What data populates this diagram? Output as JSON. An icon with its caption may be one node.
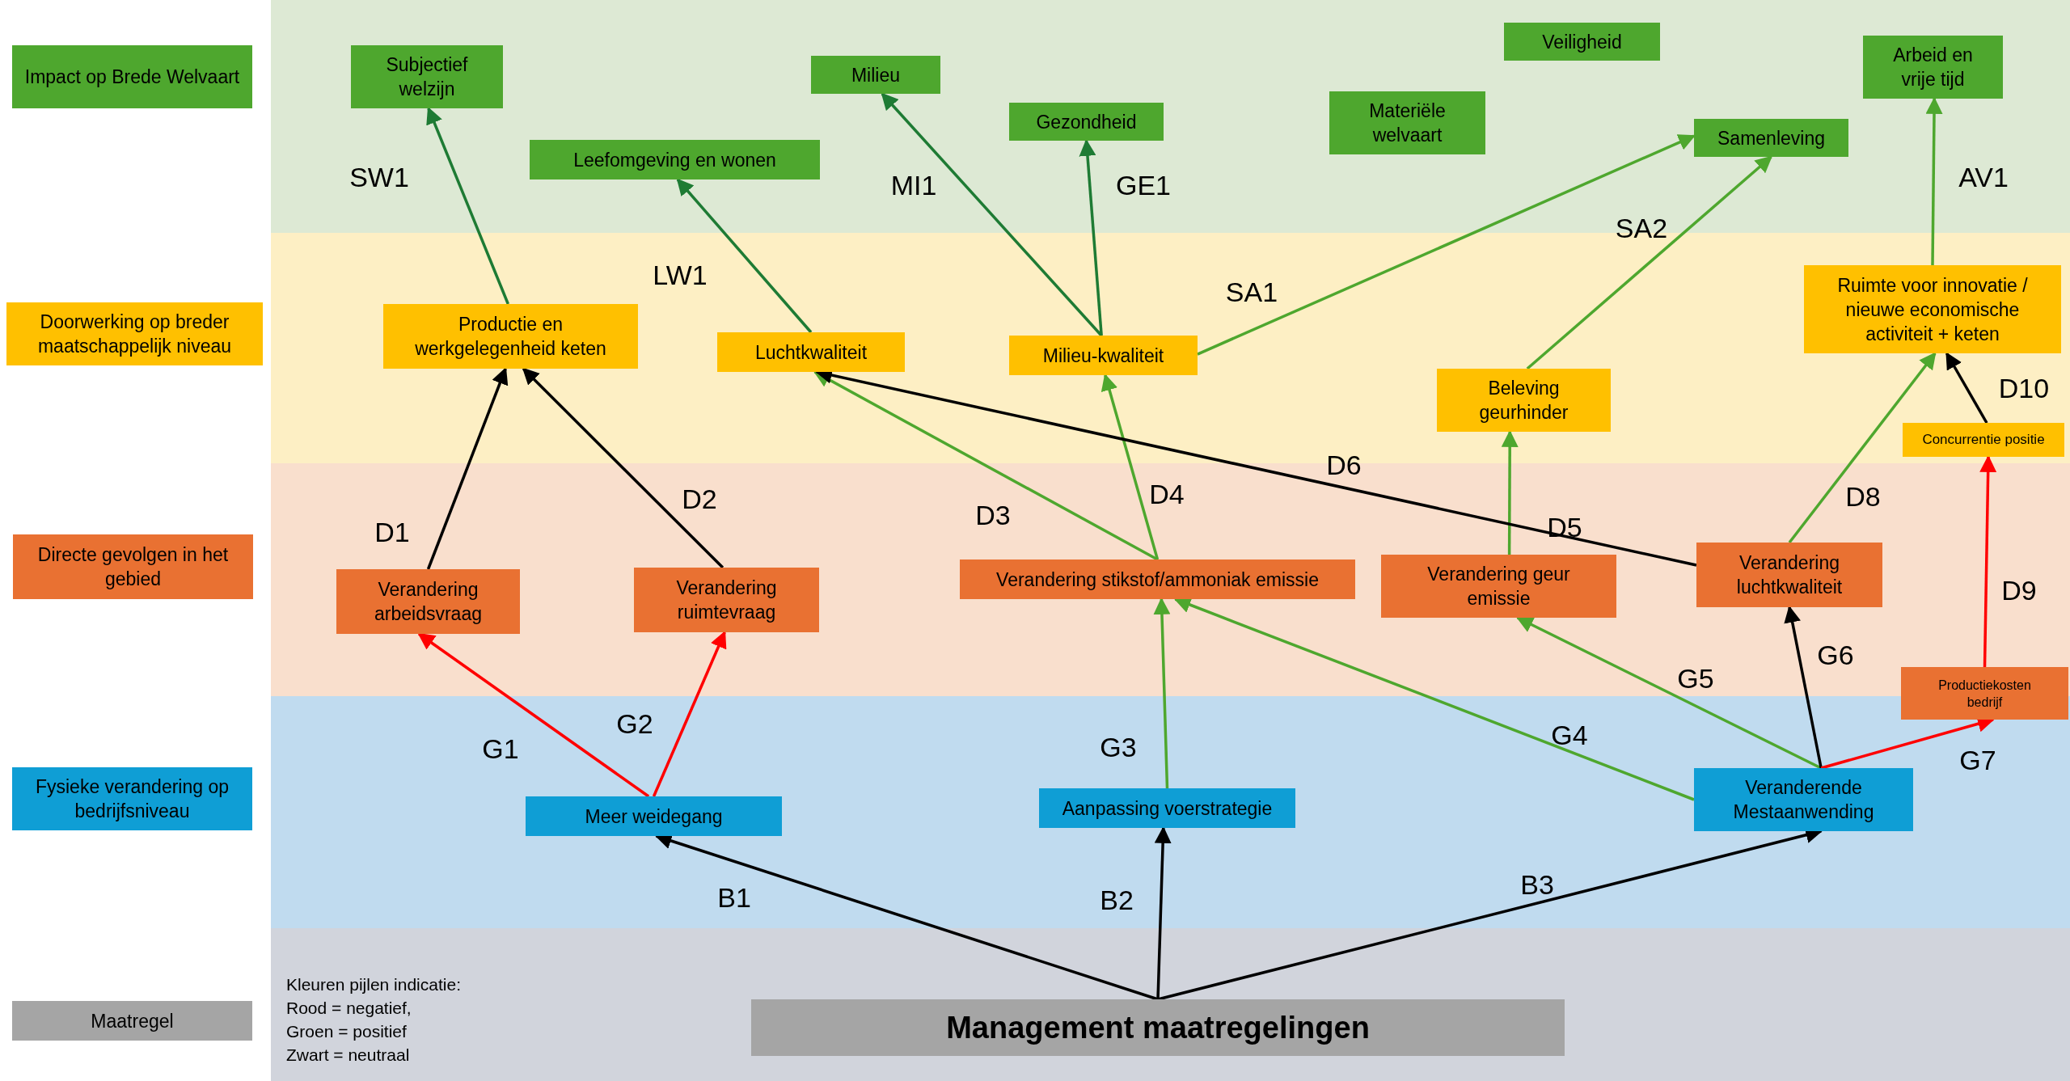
{
  "diagram": {
    "nodes": [
      {
        "text": [
          "Impact op Brede Welvaart"
        ]
      },
      {
        "text": [
          "Doorwerking op breder maatschappelijk niveau"
        ]
      },
      {
        "text": [
          "Directe gevolgen in het gebied"
        ]
      },
      {
        "text": [
          "Fysieke verandering op bedrijfsniveau"
        ]
      },
      {
        "text": [
          "Maatregel"
        ]
      },
      {
        "text": [
          "Subjectief welzijn"
        ]
      },
      {
        "text": [
          "Milieu"
        ]
      },
      {
        "text": [
          "Veiligheid"
        ]
      },
      {
        "text": [
          "Arbeid en vrije tijd"
        ]
      },
      {
        "text": [
          "Gezondheid"
        ]
      },
      {
        "text": [
          "Materiële welvaart"
        ]
      },
      {
        "text": [
          "Leefomgeving en wonen"
        ]
      },
      {
        "text": [
          "Samenleving"
        ]
      },
      {
        "text": [
          "Productie en werkgelegenheid keten"
        ]
      },
      {
        "text": [
          "Luchtkwaliteit"
        ]
      },
      {
        "text": [
          "Milieu-kwaliteit"
        ]
      },
      {
        "text": [
          "Ruimte voor innovatie / nieuwe economische activiteit + keten"
        ]
      },
      {
        "text": [
          "Beleving geurhinder"
        ]
      },
      {
        "text": [
          "Concurrentie positie"
        ]
      },
      {
        "text": [
          "Verandering arbeidsvraag"
        ]
      },
      {
        "text": [
          "Verandering ruimtevraag"
        ]
      },
      {
        "text": [
          "Verandering stikstof/ammoniak emissie"
        ]
      },
      {
        "text": [
          "Verandering geur emissie"
        ]
      },
      {
        "text": [
          "Verandering luchtkwaliteit"
        ]
      },
      {
        "text": [
          "Productiekosten bedrijf"
        ]
      },
      {
        "text": [
          "Meer weidegang"
        ]
      },
      {
        "text": [
          "Aanpassing voerstrategie"
        ]
      },
      {
        "text": [
          "Veranderende Mestaanwending"
        ]
      },
      {
        "text": [
          "Management maatregelingen"
        ]
      }
    ],
    "edges": [
      {
        "from": 28,
        "to": 25,
        "arrow": "to",
        "label": "B1",
        "color": "#000000"
      },
      {
        "from": 28,
        "to": 26,
        "arrow": "to",
        "label": "B2",
        "color": "#000000"
      },
      {
        "from": 28,
        "to": 27,
        "arrow": "to",
        "label": "B3",
        "color": "#000000"
      },
      {
        "from": 25,
        "to": 19,
        "arrow": "to",
        "label": "G1",
        "color": "#ff0000"
      },
      {
        "from": 25,
        "to": 20,
        "arrow": "to",
        "label": "G2",
        "color": "#ff0000"
      },
      {
        "from": 26,
        "to": 21,
        "arrow": "to",
        "label": "G3"
      },
      {
        "from": 27,
        "to": 21,
        "arrow": "to",
        "label": "G4"
      },
      {
        "from": 27,
        "to": 22,
        "arrow": "to",
        "label": "G5"
      },
      {
        "from": 27,
        "to": 23,
        "arrow": "to",
        "label": "G6",
        "color": "#000000"
      },
      {
        "from": 27,
        "to": 24,
        "arrow": "to",
        "label": "G7",
        "color": "#ff0000"
      },
      {
        "from": 19,
        "to": 13,
        "arrow": "to",
        "label": "D1",
        "color": "#000000"
      },
      {
        "from": 20,
        "to": 13,
        "arrow": "to",
        "label": "D2",
        "color": "#000000"
      },
      {
        "from": 21,
        "to": 14,
        "arrow": "to",
        "label": "D3"
      },
      {
        "from": 21,
        "to": 15,
        "arrow": "to",
        "label": "D4"
      },
      {
        "from": 22,
        "to": 17,
        "arrow": "to",
        "label": "D5"
      },
      {
        "from": 23,
        "to": 14,
        "arrow": "to",
        "label": "D6",
        "color": "#000000"
      },
      {
        "from": 23,
        "to": 16,
        "arrow": "to",
        "label": "D8"
      },
      {
        "from": 24,
        "to": 18,
        "arrow": "to",
        "label": "D9",
        "color": "#ff0000"
      },
      {
        "from": 18,
        "to": 16,
        "arrow": "to",
        "label": "D10",
        "color": "#000000"
      },
      {
        "from": 13,
        "to": 5,
        "arrow": "to",
        "label": "SW1",
        "color": "#1e7b34"
      },
      {
        "from": 14,
        "to": 11,
        "arrow": "to",
        "label": "LW1",
        "color": "#1e7b34"
      },
      {
        "from": 15,
        "to": 6,
        "arrow": "to",
        "label": "MI1",
        "color": "#1e7b34"
      },
      {
        "from": 15,
        "to": 9,
        "arrow": "to",
        "label": "GE1",
        "color": "#1e7b34"
      },
      {
        "from": 15,
        "to": 12,
        "arrow": "to",
        "label": "SA1"
      },
      {
        "from": 17,
        "to": 12,
        "arrow": "to",
        "label": "SA2"
      },
      {
        "from": 16,
        "to": 8,
        "arrow": "to",
        "label": "AV1"
      }
    ],
    "labels": [
      "Kleuren pijlen indicatie:",
      "Rood = negatief,",
      "Groen = positief",
      "Zwart = neutraal"
    ]
  }
}
